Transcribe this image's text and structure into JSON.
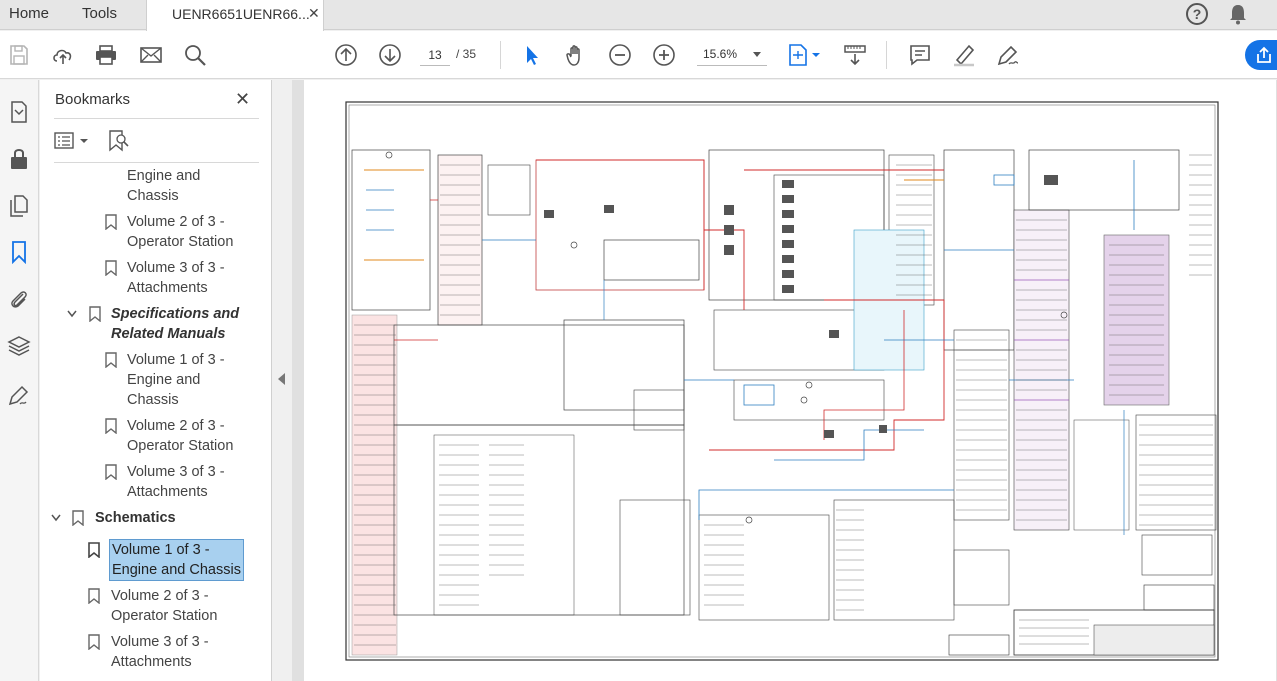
{
  "tabs": {
    "home": "Home",
    "tools": "Tools",
    "document": "UENR6651UENR66...",
    "document_close": "✕"
  },
  "toolbar": {
    "current_page": "13",
    "page_total": "/ 35",
    "zoom": "15.6%"
  },
  "bookmarks_panel": {
    "title": "Bookmarks",
    "close": "✕",
    "items": [
      {
        "line1": "Engine and",
        "line2": "Chassis"
      },
      {
        "line1": "Volume 2 of 3 -",
        "line2": "Operator Station"
      },
      {
        "line1": "Volume 3 of 3 -",
        "line2": "Attachments"
      },
      {
        "line1": "Specifications and",
        "line2": "Related Manuals"
      },
      {
        "line1": "Volume 1 of 3 -",
        "line2": "Engine and",
        "line3": "Chassis"
      },
      {
        "line1": "Volume 2 of 3 -",
        "line2": "Operator Station"
      },
      {
        "line1": "Volume 3 of 3 -",
        "line2": "Attachments"
      },
      {
        "line1": "Schematics"
      },
      {
        "line1": "Volume 1 of 3 -",
        "line2": "Engine and Chassis"
      },
      {
        "line1": "Volume 2 of 3 -",
        "line2": "Operator Station"
      },
      {
        "line1": "Volume 3 of 3 -",
        "line2": "Attachments"
      }
    ]
  },
  "colors": {
    "accent": "#1473e6",
    "selection": "#a8d0ef",
    "bookmark_icon": "#666666"
  },
  "icons": [
    "save-icon",
    "upload-icon",
    "print-icon",
    "mail-icon",
    "search-zoom-icon",
    "page-up-icon",
    "page-down-icon",
    "select-arrow-icon",
    "hand-icon",
    "zoom-out-icon",
    "zoom-in-icon",
    "fit-page-icon",
    "scroll-mode-icon",
    "comment-icon",
    "highlight-icon",
    "sign-icon",
    "share-icon",
    "help-icon",
    "bell-icon"
  ]
}
